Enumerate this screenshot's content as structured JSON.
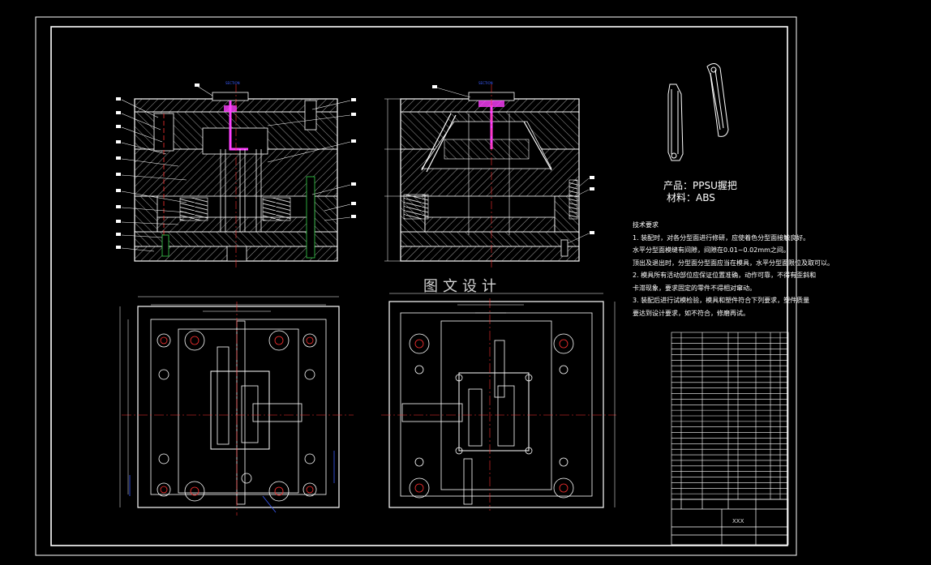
{
  "colors": {
    "background": "#000000",
    "frame": "#ffffff",
    "part": "#b9b9b9",
    "plate_line": "#ffffff",
    "center_line": "#ff3030",
    "hatch": "#9a9a9a",
    "magenta": "#ff40ff",
    "green": "#36d24a",
    "yellow": "#e8e85a",
    "blue": "#3a5cff",
    "cyan": "#38d8e8"
  },
  "product_label": "产品：PPSU握把",
  "material_label": "材料：ABS",
  "tech_requirements": {
    "title": "技术要求",
    "lines": [
      "1. 装配时，对各分型面进行修研，应使着色分型面接触良好。",
      "水平分型面模缝有间隙，间隙在0.01~0.02mm之间。",
      "顶出及退出时，分型面分型面应当在模具，水平分型面限位及取可以。",
      "2. 模具所有活动部位应保证位置准确，动作可靠，不得有歪斜和",
      "卡滞现象，要求固定的零件不得相对窜动。",
      "3. 装配后进行试模检验，模具和塑件符合下列要求，塑件质量",
      "要达到设计要求，如不符合，修磨再试。"
    ]
  },
  "watermark": "图文设计",
  "title_block": {
    "designer": "XXX"
  },
  "icons": {
    "section_view_left": "mold-section-icon",
    "section_view_right": "mold-section-icon",
    "top_view_left": "mold-plan-icon",
    "top_view_right": "mold-plan-icon",
    "part_sketch": "handle-part-icon"
  }
}
